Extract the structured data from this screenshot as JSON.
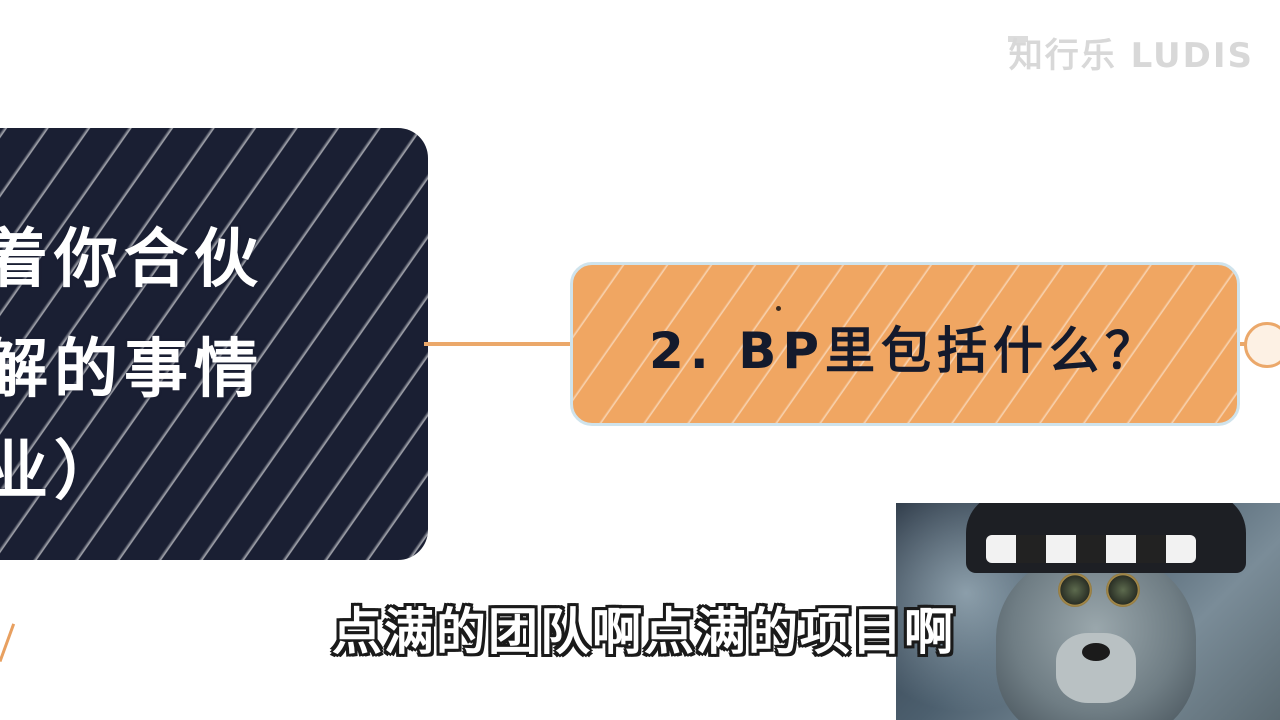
{
  "watermark": {
    "text": "知行乐 LUDIS"
  },
  "dark_card": {
    "line1": "着你合伙",
    "line2": "解的事情",
    "line3": "业）"
  },
  "node": {
    "label": "2. BP里包括什么？"
  },
  "subtitle": {
    "text": "点满的团队啊点满的项目啊"
  },
  "colors": {
    "dark_card": "#1a1f33",
    "node_fill": "#f0a662",
    "node_border": "#cfe3ec",
    "connector": "#eba86a",
    "subtitle_fill": "#ffffff",
    "subtitle_outline": "#1a1a1a"
  }
}
